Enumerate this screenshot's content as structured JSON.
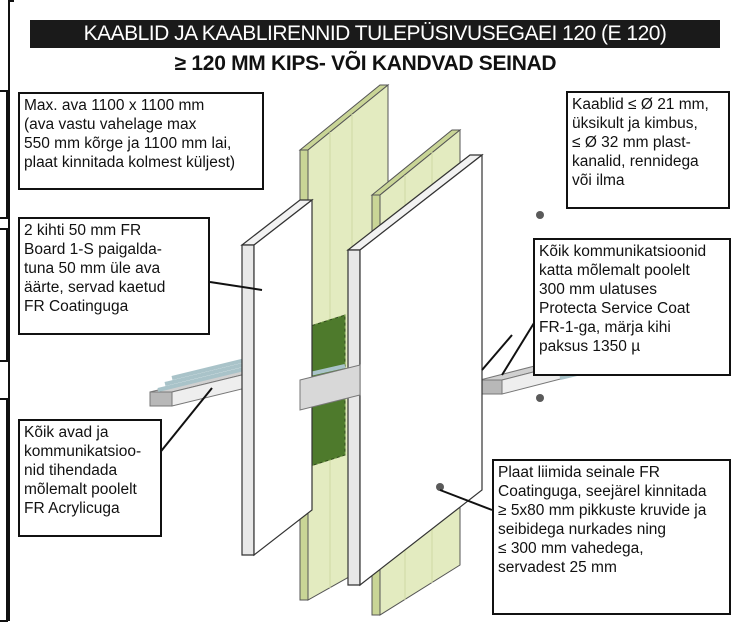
{
  "header": {
    "title": "KAABLID JA KAABLIRENNID TULEPÜSIVUSEGAEI 120 (E 120)",
    "subtitle": "≥ 120 MM KIPS- VÕI KANDVAD SEINAD"
  },
  "callouts": {
    "opening": "Max. ava 1100 x 1100 mm\n(ava vastu vahelage max\n550 mm kõrge ja 1100 mm lai,\nplaat kinnitada kolmest küljest)",
    "cables": "Kaablid ≤ Ø 21 mm,\nüksikult ja kimbus,\n≤ Ø 32 mm plast-\nkanalid, rennidega\nvõi ilma",
    "boards": "2 kihti 50 mm FR\nBoard 1-S paigalda-\ntuna 50 mm üle ava\näärte, servad kaetud\nFR Coatinguga",
    "coat": "Kõik kommunikatsioonid\nkatta mõlemalt poolelt\n300 mm ulatuses\nProtecta Service Coat\nFR-1-ga, märja kihi\npaksus 1350 µ",
    "seal": "Kõik avad ja\nkommunikatsioo-\nnid  tihendada\nmõlemalt poolelt\nFR Acrylicuga",
    "fix": "Plaat liimida seinale FR\nCoatinguga, seejärel kinnitada\n≥ 5x80 mm pikkuste kruvide ja\nseibidega nurkades ning\n≤ 300 mm vahedega,\nservadest 25 mm"
  },
  "colors": {
    "wall": "#e3ebc0",
    "wall_edge": "#c9d596",
    "board": "#ffffff",
    "mineral_wool": "#4e7a2c",
    "tray": "#e6e6e6",
    "cable": "#a9c3c9",
    "screw": "#5a5a5a",
    "title_bg": "#1a1a1a"
  }
}
